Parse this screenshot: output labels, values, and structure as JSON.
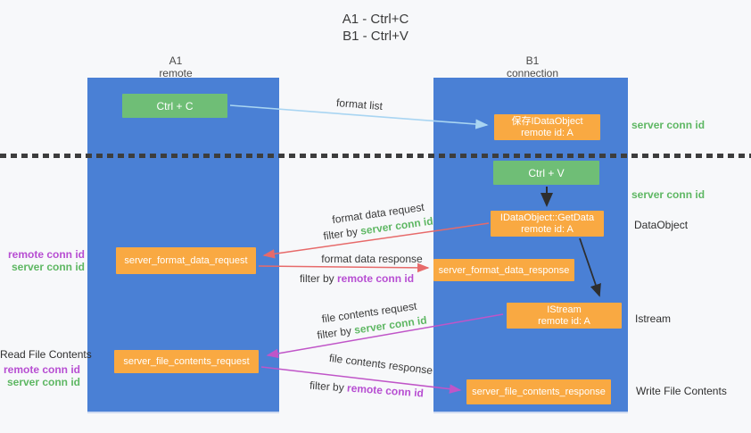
{
  "title": {
    "line1": "A1 - Ctrl+C",
    "line2": "B1 - Ctrl+V"
  },
  "lanes": {
    "left": {
      "name": "A1",
      "role": "remote"
    },
    "right": {
      "name": "B1",
      "role": "connection"
    }
  },
  "nodes": {
    "ctrl_c": {
      "label": "Ctrl + C"
    },
    "save_idataobject": {
      "line1": "保存IDataObject",
      "line2": "remote id: A"
    },
    "ctrl_v": {
      "label": "Ctrl + V"
    },
    "getdata": {
      "line1": "IDataObject::GetData",
      "line2": "remote id: A"
    },
    "format_request": {
      "label": "server_format_data_request"
    },
    "format_response": {
      "label": "server_format_data_response"
    },
    "istream": {
      "line1": "IStream",
      "line2": "remote id: A"
    },
    "file_request": {
      "label": "server_file_contents_request"
    },
    "file_response": {
      "label": "server_file_contents_response"
    }
  },
  "edges": {
    "format_list": {
      "label": "format list"
    },
    "format_request": {
      "label": "format data request",
      "filter_prefix": "filter by",
      "filter_key": "server conn id"
    },
    "format_response": {
      "label": "format data response",
      "filter_prefix": "filter by",
      "filter_key": "remote conn id"
    },
    "file_request": {
      "label": "file contents request",
      "filter_prefix": "filter by",
      "filter_key": "server conn id"
    },
    "file_response": {
      "label": "file contents response",
      "filter_prefix": "filter by",
      "filter_key": "remote conn id"
    }
  },
  "annotations": {
    "server_conn_top": "server conn id",
    "server_conn_mid": "server conn id",
    "dataobject": "DataObject",
    "istream": "Istream",
    "write_file": "Write File Contents",
    "remote_conn_left1": "remote conn id",
    "server_conn_left1": "server conn id",
    "read_file": "Read File Contents",
    "remote_conn_left2": "remote conn id",
    "server_conn_left2": "server conn id"
  },
  "colors": {
    "lane": "#4a80d5",
    "green_box": "#6fbe76",
    "orange_box": "#f9a942",
    "green_text": "#5eb763",
    "purple_text": "#b74ed2",
    "red_arrow": "#e76a6a",
    "purple_arrow": "#c055c8",
    "blue_arrow": "#a9d5f2",
    "dark_arrow": "#2e2e2e"
  }
}
